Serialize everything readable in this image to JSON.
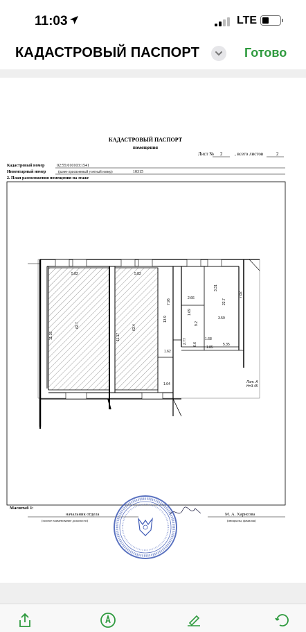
{
  "status": {
    "time": "11:03",
    "network": "LTE"
  },
  "nav": {
    "title": "КАДАСТРОВЫЙ ПАСПОРТ",
    "done_label": "Готово"
  },
  "doc": {
    "heading": "КАДАСТРОВЫЙ ПАСПОРТ",
    "subheading": "помещения",
    "sheet_label": "Лист №",
    "sheet_no": "2",
    "sheets_total_label": ", всего листов",
    "sheets_total": "2",
    "cadastral_label": "Кадастровый номер",
    "cadastral_value": "02:55:010103:1541",
    "inventory_label": "Инвентарный номер",
    "inventory_note": "(ранее присвоенный учетный номер)",
    "inventory_value": "10315",
    "section_title": "2. План расположения помещения на этаже",
    "scale_label": "Масштаб 1:",
    "position_value": "начальник отдела",
    "position_caption": "(полное наименование должности)",
    "signer_value": "М. А. Харисова",
    "signer_caption": "(инициалы, фамилия)",
    "plan_labels": {
      "d1": "5.82",
      "d2": "5.82",
      "d3": "11.16",
      "d4": "11.17",
      "r1": "62.7",
      "r2": "63.4",
      "d5": "7.96",
      "r3": "13.9",
      "d6": "1.62",
      "d7": "1.64",
      "d8": "2.66",
      "d9": "1.69",
      "d10": "3.59",
      "r4": "22.7",
      "d11": "7.82",
      "d12": "3.31",
      "r5": "9.2",
      "d13": "1.68",
      "r6": "5.35",
      "d14": "2.77",
      "r7": "6.6",
      "d15": "1.85",
      "lit": "Лит. А",
      "h": "Н=3.45"
    }
  },
  "toolbar": {
    "icons": [
      "share-icon",
      "markup-icon",
      "signature-icon",
      "rotate-icon"
    ]
  }
}
